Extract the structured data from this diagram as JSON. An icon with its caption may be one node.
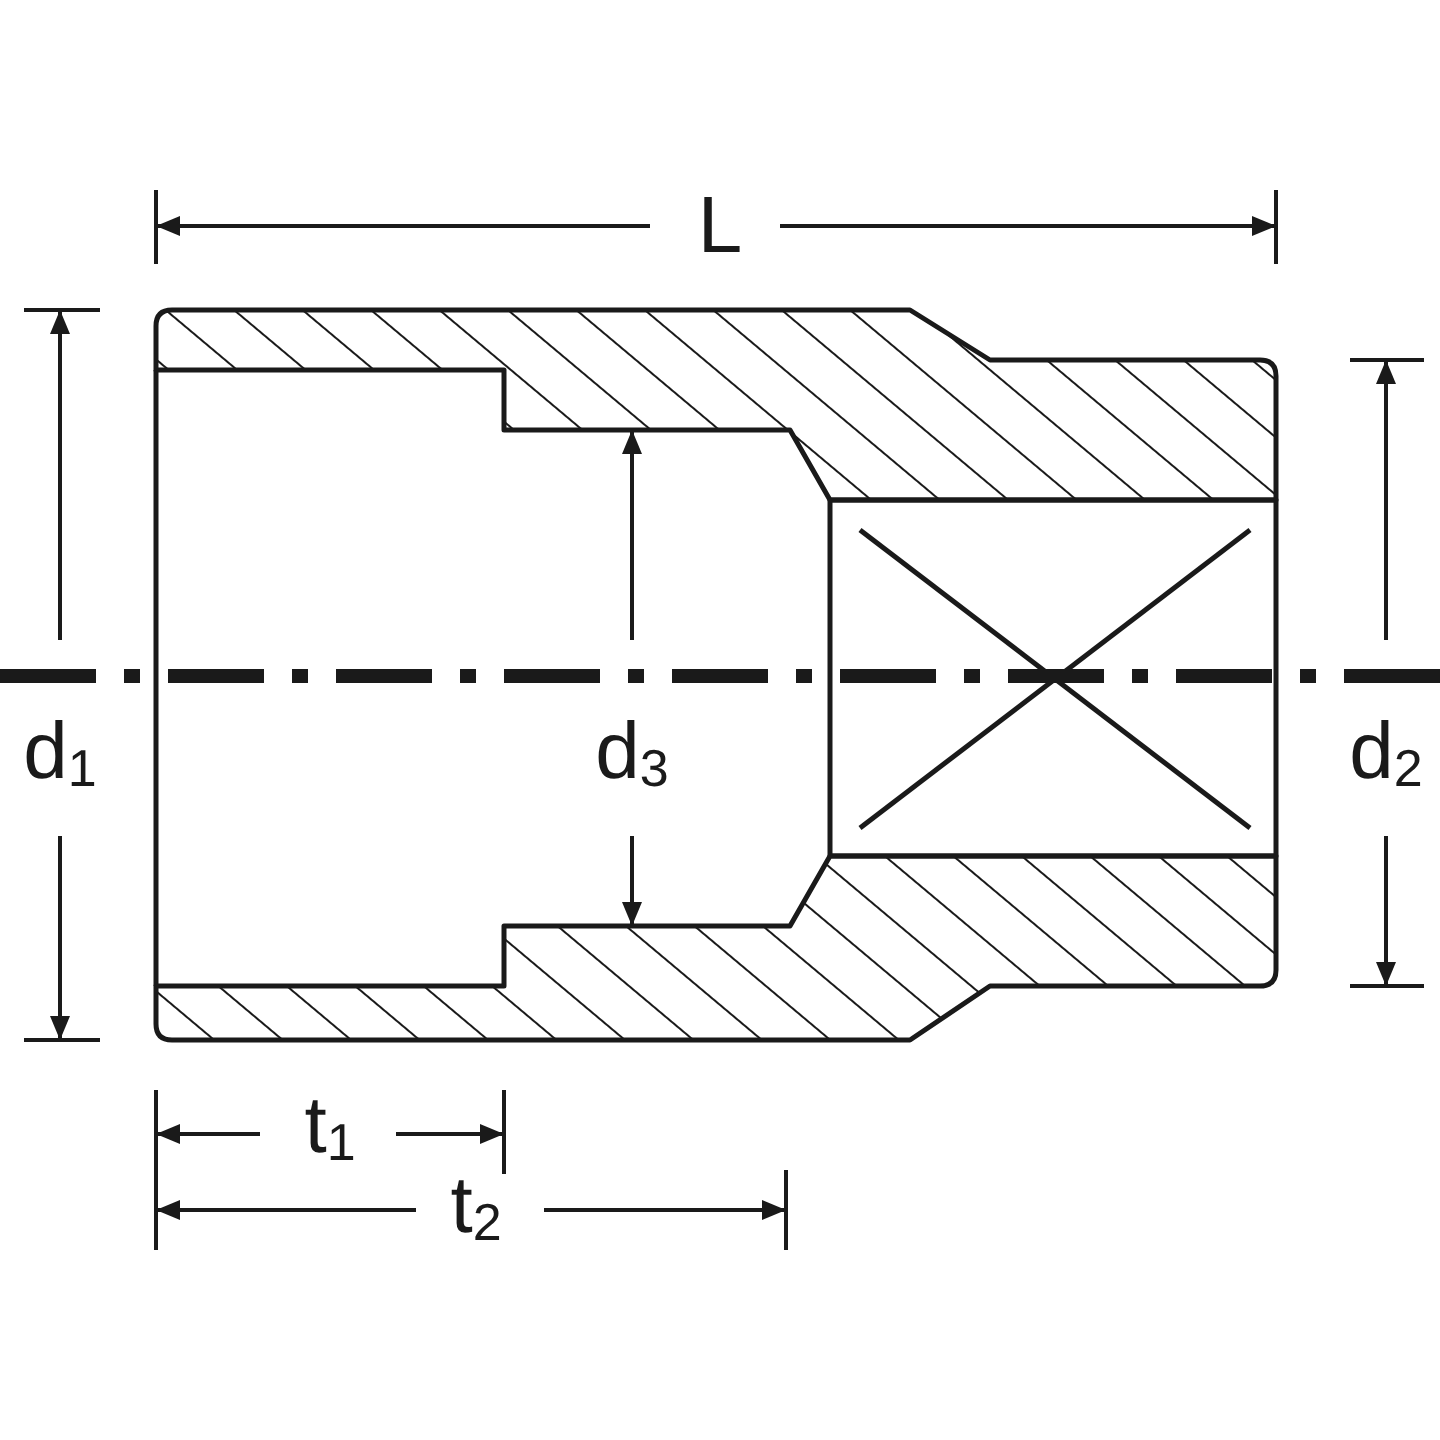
{
  "diagram": {
    "labels": [
      "L",
      "d$_{1}$",
      "d$_{3}$",
      "d$_{2}$",
      "t$_{1}$",
      "t$_{2}$"
    ]
  }
}
